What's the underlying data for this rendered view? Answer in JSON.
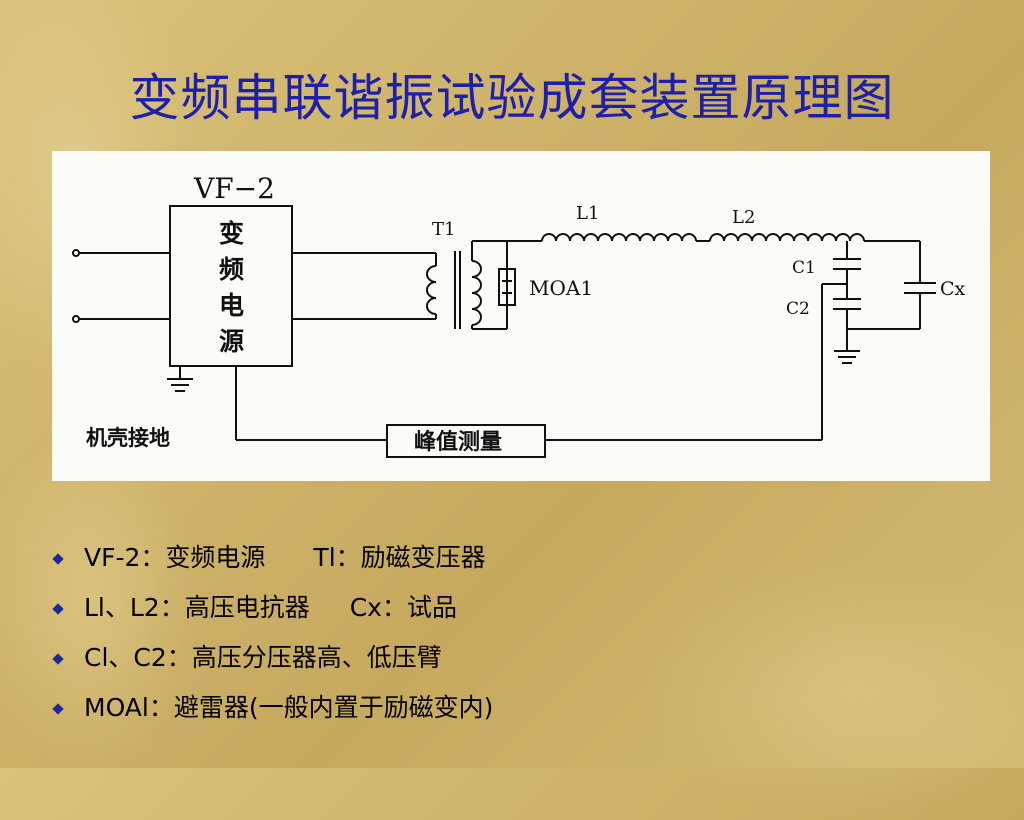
{
  "slide": {
    "title": "变频串联谐振试验成套装置原理图"
  },
  "diagram": {
    "vf_label": "VF−2",
    "source_chars": [
      "变",
      "频",
      "电",
      "源"
    ],
    "ground_label": "机壳接地",
    "t1_label": "T1",
    "l1_label": "L1",
    "l2_label": "L2",
    "moa_label": "MOA1",
    "c1_label": "C1",
    "c2_label": "C2",
    "cx_label": "Cx",
    "peak_label": "峰值测量"
  },
  "bullets": [
    {
      "a": "VF-2：变频电源",
      "b": "Tl：励磁变压器"
    },
    {
      "a": "Ll、L2：高压电抗器",
      "b": "Cx：试品"
    },
    {
      "a": "Cl、C2：高压分压器高、低压臂",
      "b": ""
    },
    {
      "a": "MOAl：避雷器(一般内置于励磁变内)",
      "b": ""
    }
  ]
}
